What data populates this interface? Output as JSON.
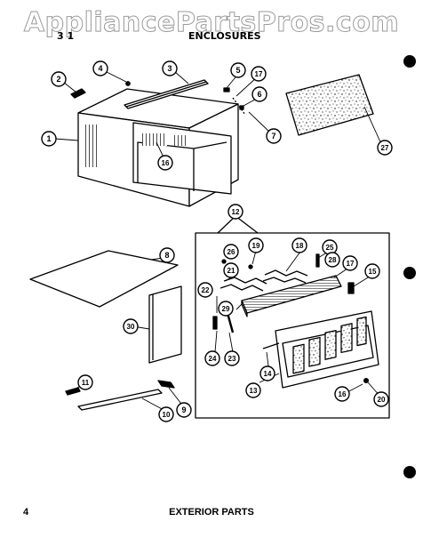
{
  "watermark": "AppliancePartsPros.com",
  "header": {
    "left": "3  1",
    "right": "ENCLOSURES"
  },
  "footer": {
    "page": "4",
    "title": "EXTERIOR PARTS"
  },
  "callouts": [
    {
      "id": "c1",
      "label": "1"
    },
    {
      "id": "c2",
      "label": "2"
    },
    {
      "id": "c3",
      "label": "3"
    },
    {
      "id": "c4",
      "label": "4"
    },
    {
      "id": "c5",
      "label": "5"
    },
    {
      "id": "c6",
      "label": "6"
    },
    {
      "id": "c7",
      "label": "7"
    },
    {
      "id": "c8",
      "label": "8"
    },
    {
      "id": "c9",
      "label": "9"
    },
    {
      "id": "c10",
      "label": "10"
    },
    {
      "id": "c11",
      "label": "11"
    },
    {
      "id": "c12",
      "label": "12"
    },
    {
      "id": "c13",
      "label": "13"
    },
    {
      "id": "c14",
      "label": "14"
    },
    {
      "id": "c15",
      "label": "15"
    },
    {
      "id": "c16a",
      "label": "16"
    },
    {
      "id": "c16b",
      "label": "16"
    },
    {
      "id": "c17a",
      "label": "17"
    },
    {
      "id": "c17b",
      "label": "17"
    },
    {
      "id": "c18a",
      "label": "18"
    },
    {
      "id": "c18b",
      "label": "18"
    },
    {
      "id": "c19",
      "label": "19"
    },
    {
      "id": "c20",
      "label": "20"
    },
    {
      "id": "c21",
      "label": "21"
    },
    {
      "id": "c22",
      "label": "22"
    },
    {
      "id": "c23",
      "label": "23"
    },
    {
      "id": "c24",
      "label": "24"
    },
    {
      "id": "c25",
      "label": "25"
    },
    {
      "id": "c26",
      "label": "26"
    },
    {
      "id": "c27",
      "label": "27"
    },
    {
      "id": "c28",
      "label": "28"
    },
    {
      "id": "c29",
      "label": "29"
    },
    {
      "id": "c30",
      "label": "30"
    }
  ]
}
